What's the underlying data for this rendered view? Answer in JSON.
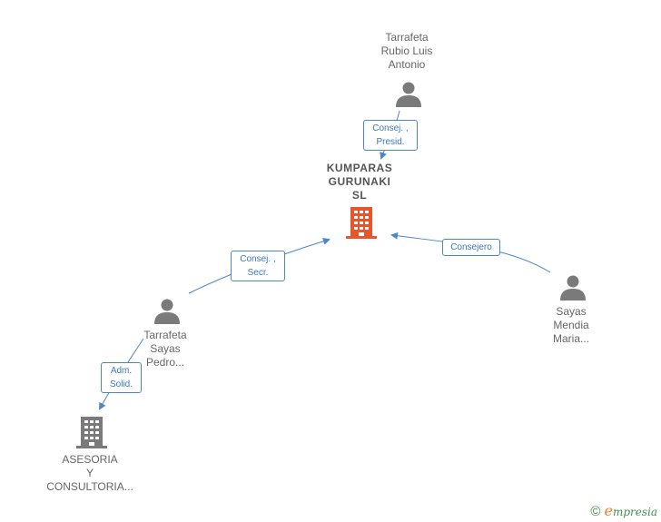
{
  "nodes": {
    "tarrafeta_rubio": {
      "name": [
        "Tarrafeta",
        "Rubio Luis",
        "Antonio"
      ],
      "type": "person"
    },
    "kumparas": {
      "name": [
        "KUMPARAS",
        "GURUNAKI",
        "SL"
      ],
      "type": "company-main"
    },
    "tarrafeta_sayas": {
      "name": [
        "Tarrafeta",
        "Sayas",
        "Pedro..."
      ],
      "type": "person"
    },
    "sayas_mendia": {
      "name": [
        "Sayas",
        "Mendia",
        "Maria..."
      ],
      "type": "person"
    },
    "asesoria": {
      "name": [
        "ASESORIA",
        "Y",
        "CONSULTORIA..."
      ],
      "type": "company"
    }
  },
  "edges": {
    "rubio_to_kumparas": [
      "Consej. ,",
      "Presid."
    ],
    "sayas_pedro_to_kumparas": [
      "Consej. ,",
      "Secr."
    ],
    "mendia_to_kumparas": [
      "Consejero"
    ],
    "sayas_pedro_to_asesoria": [
      "Adm.",
      "Solid."
    ]
  },
  "footer": {
    "copyright": "©",
    "brand_initial": "e",
    "brand_rest": "mpresia"
  },
  "colors": {
    "edge": "#4a86c8",
    "person_icon": "#7a7a7a",
    "main_company": "#e8552a",
    "company": "#7a7a7a"
  }
}
